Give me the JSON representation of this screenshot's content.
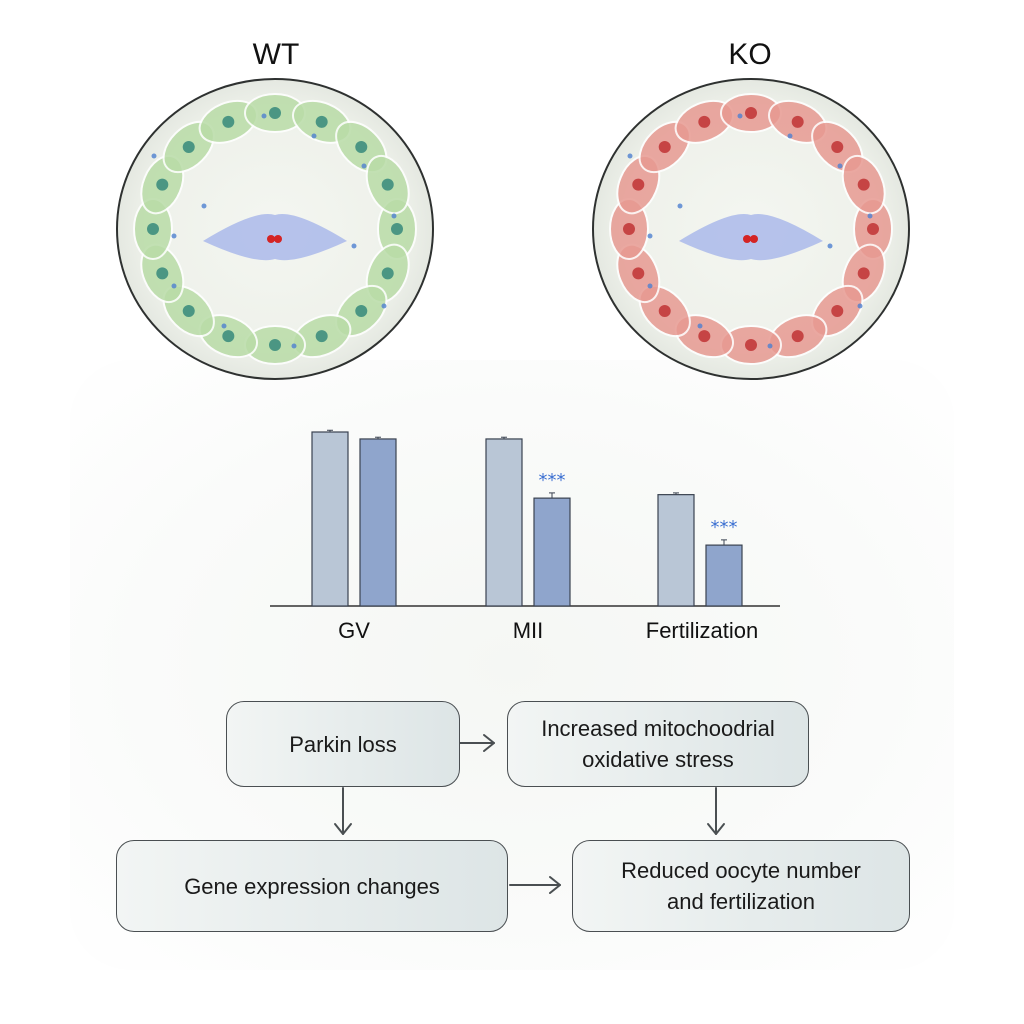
{
  "oocytes": {
    "wt": {
      "title": "WT",
      "cell_color": "#b9dca7",
      "nucleus_color": "#3e8e7e"
    },
    "ko": {
      "title": "KO",
      "cell_color": "#e79a92",
      "nucleus_color": "#c23a3a"
    }
  },
  "chart_data": {
    "type": "bar",
    "categories": [
      "GV",
      "MII",
      "Fertilization"
    ],
    "series": [
      {
        "values": [
          100,
          96,
          64
        ],
        "color": "#b9c6d6"
      },
      {
        "values": [
          96,
          62,
          35
        ],
        "color": "#8fa5cc"
      }
    ],
    "significance": [
      "",
      "***",
      "***"
    ],
    "error_bars": [
      [
        1,
        1
      ],
      [
        1,
        3
      ],
      [
        1,
        3
      ]
    ],
    "ylim": [
      0,
      100
    ]
  },
  "flow": {
    "parkin_loss": "Parkin loss",
    "oxidative_stress_line1": "Increased mitochoodrial",
    "oxidative_stress_line2": "oxidative stress",
    "gene_expression": "Gene expression changes",
    "reduced_line1": "Reduced oocyte number",
    "reduced_line2": "and fertilization"
  }
}
